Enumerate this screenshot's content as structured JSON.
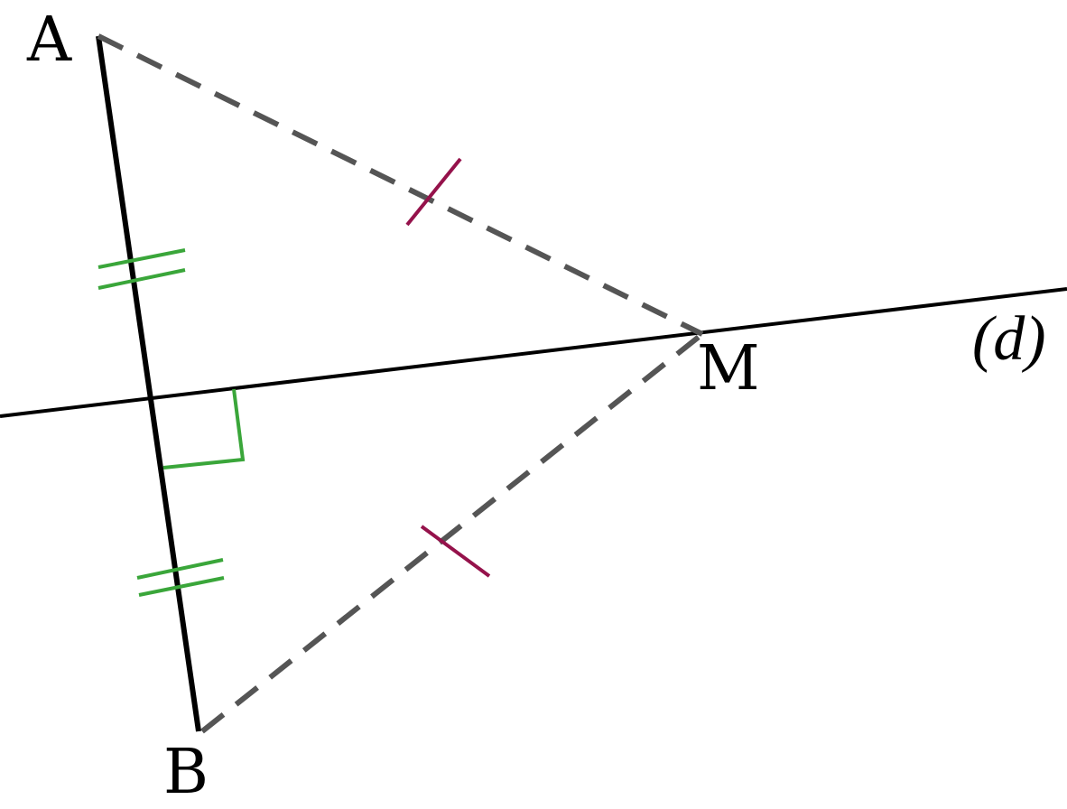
{
  "figure": {
    "points": {
      "a": "A",
      "b": "B",
      "m": "M"
    },
    "line_label": "(d)"
  },
  "colors": {
    "segment": "#000000",
    "perpendicular_line": "#000000",
    "dashed_segments": "#555555",
    "equal_halves_marks": "#3aa63a",
    "right_angle_mark": "#3aa63a",
    "equal_distance_marks": "#95124b"
  }
}
